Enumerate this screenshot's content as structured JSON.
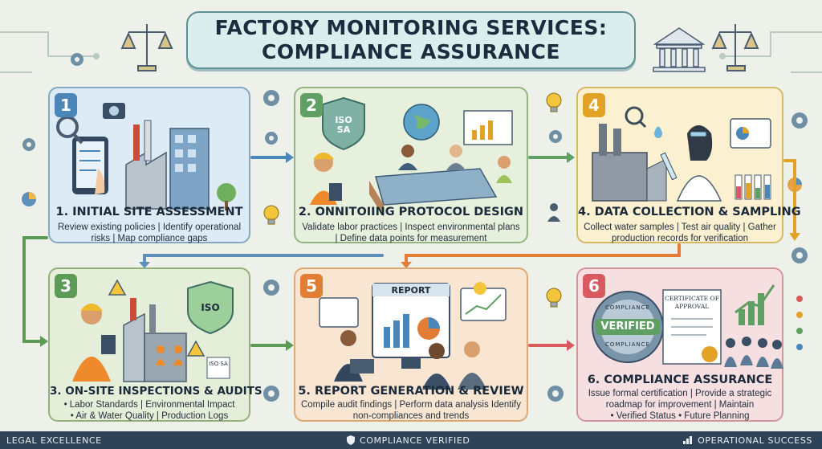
{
  "title": {
    "line1": "FACTORY MONITORING SERVICES:",
    "line2": "COMPLIANCE ASSURANCE"
  },
  "steps": [
    {
      "number": "1",
      "title": "1. INITIAL SITE ASSESSMENT",
      "description": "Review existing policies | Identify operational risks | Map compliance gaps",
      "color": "#4b86b8"
    },
    {
      "number": "2",
      "title": "2. ONNITOIING PROTOCOL DESIGN",
      "description": "Validate labor practices | Inspect environmental plans | Define data points for measurement",
      "badge": "ISO SA",
      "color": "#5f9f63"
    },
    {
      "number": "4",
      "title": "4. DATA COLLECTION & SAMPLING",
      "description": "Collect water samples | Test air quality | Gather production records for verification",
      "color": "#e2a226"
    },
    {
      "number": "3",
      "title": "3. ON-SITE INSPECTIONS & AUDITS",
      "description_line1": "• Labor Standards   | Environmental Impact",
      "description_line2": "• Air & Water Quality | Production Logs",
      "badge": "ISO",
      "badge_small": "ISO SA",
      "color": "#5c9b55"
    },
    {
      "number": "5",
      "title": "5. REPORT GENERATION & REVIEW",
      "description": "Compile audit findings | Perform data analysis Identify non-compliances and trends",
      "screen_label": "REPORT",
      "color": "#e27d36"
    },
    {
      "number": "6",
      "title": "6. COMPLIANCE ASSURANCE",
      "description_line1": "Issue formal certification | Provide a strategic roadmap for improvement | Maintain",
      "description_line2": "• Verified Status   • Future Planning",
      "seal_top": "COMPLIANCE",
      "seal_main": "VERIFIED",
      "seal_bottom": "COMPLIANCE",
      "certificate": "CERTIFICATE OF APPROVAL",
      "color": "#d85a5e"
    }
  ],
  "footer": {
    "left": "LEGAL EXCELLENCE",
    "center": "COMPLIANCE VERIFIED",
    "right": "OPERATIONAL SUCCESS"
  }
}
